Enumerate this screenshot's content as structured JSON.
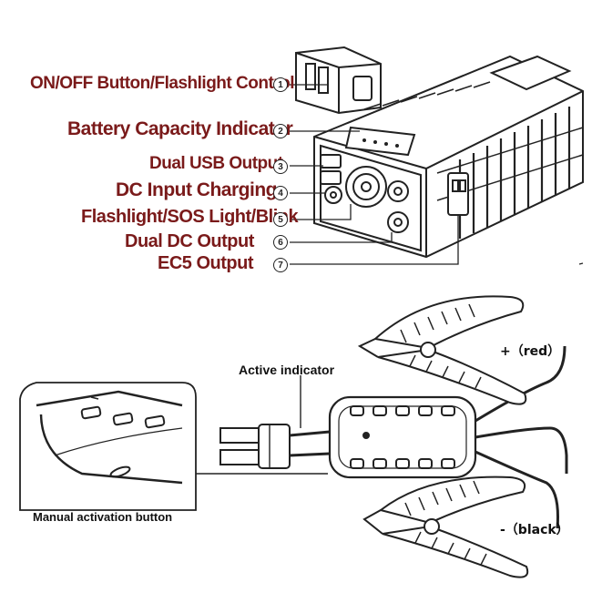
{
  "top_diagram": {
    "callouts": [
      {
        "number": "1",
        "label": "ON/OFF Button/Flashlight Control"
      },
      {
        "number": "2",
        "label": "Battery Capacity Indicator"
      },
      {
        "number": "3",
        "label": "Dual USB Output"
      },
      {
        "number": "4",
        "label": "DC Input Charging"
      },
      {
        "number": "5",
        "label": "Flashlight/SOS Light/Blink"
      },
      {
        "number": "6",
        "label": "Dual DC Output"
      },
      {
        "number": "7",
        "label": "EC5 Output"
      }
    ]
  },
  "bottom_diagram": {
    "active_indicator": "Active indicator",
    "manual_button": "Manual activation button",
    "red_clamp": "+（red）",
    "black_clamp": "-（black）"
  },
  "colors": {
    "callout_text": "#7a1a1a",
    "line_art": "#222222"
  }
}
